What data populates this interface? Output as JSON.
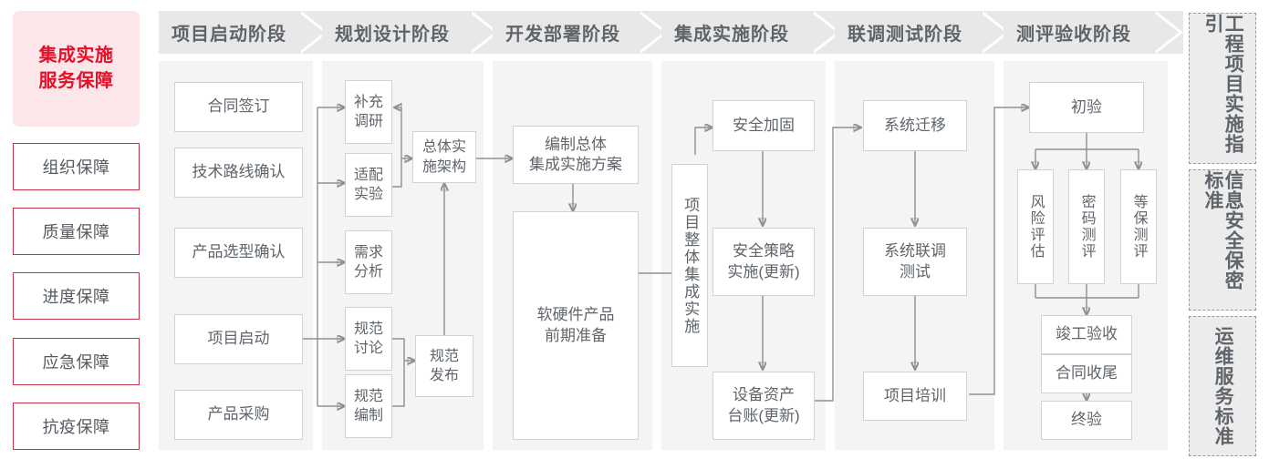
{
  "left_sidebar": {
    "title": "集成实施\n服务保障",
    "title_line1": "集成实施",
    "title_line2": "服务保障",
    "items": [
      {
        "label": "组织保障"
      },
      {
        "label": "质量保障"
      },
      {
        "label": "进度保障"
      },
      {
        "label": "应急保障"
      },
      {
        "label": "抗疫保障"
      }
    ],
    "accent_color": "#e60f28",
    "title_bg_color": "#fbe6ea",
    "border_color": "#c8334a"
  },
  "phases": [
    {
      "title": "项目启动阶段",
      "nodes": [
        {
          "label": "合同签订"
        },
        {
          "label": "技术路线确认"
        },
        {
          "label": "产品选型确认"
        },
        {
          "label": "项目启动"
        },
        {
          "label": "产品采购"
        }
      ]
    },
    {
      "title": "规划设计阶段",
      "nodes": [
        {
          "label": "补充\n调研",
          "l1": "补充",
          "l2": "调研"
        },
        {
          "label": "适配\n实验",
          "l1": "适配",
          "l2": "实验"
        },
        {
          "label": "需求\n分析",
          "l1": "需求",
          "l2": "分析"
        },
        {
          "label": "规范\n讨论",
          "l1": "规范",
          "l2": "讨论"
        },
        {
          "label": "规范\n编制",
          "l1": "规范",
          "l2": "编制"
        },
        {
          "label": "总体实\n施架构",
          "l1": "总体实",
          "l2": "施架构"
        },
        {
          "label": "规范\n发布",
          "l1": "规范",
          "l2": "发布"
        }
      ]
    },
    {
      "title": "开发部署阶段",
      "nodes": [
        {
          "label": "编制总体\n集成实施方案",
          "l1": "编制总体",
          "l2": "集成实施方案"
        },
        {
          "label": "软硬件产品\n前期准备",
          "l1": "软硬件产品",
          "l2": "前期准备"
        }
      ]
    },
    {
      "title": "集成实施阶段",
      "nodes": [
        {
          "label": "项目整体集成实施"
        },
        {
          "label": "安全加固"
        },
        {
          "label": "安全策略\n实施(更新)",
          "l1": "安全策略",
          "l2": "实施(更新)"
        },
        {
          "label": "设备资产\n台账(更新)",
          "l1": "设备资产",
          "l2": "台账(更新)"
        }
      ]
    },
    {
      "title": "联调测试阶段",
      "nodes": [
        {
          "label": "系统迁移"
        },
        {
          "label": "系统联调\n测试",
          "l1": "系统联调",
          "l2": "测试"
        },
        {
          "label": "项目培训"
        }
      ]
    },
    {
      "title": "测评验收阶段",
      "nodes": [
        {
          "label": "初验"
        },
        {
          "label": "风险评估"
        },
        {
          "label": "密码测评"
        },
        {
          "label": "等保测评"
        },
        {
          "label": "竣工验收"
        },
        {
          "label": "合同收尾"
        },
        {
          "label": "终验"
        }
      ]
    }
  ],
  "right_sidebar": {
    "items": [
      {
        "label": "工程项目实施指引",
        "col_right": "程目施引",
        "col_left": "工项实指"
      },
      {
        "label": "信息安全保密标准",
        "col_right": "息全密准",
        "col_left": "信安保标"
      },
      {
        "label": "运维服务标准",
        "col_right": "维务准",
        "col_left": "运服标"
      }
    ],
    "border_style": "dashed",
    "bg_color": "#ececec"
  },
  "theme": {
    "column_bg": "#f4f4f4",
    "header_bg": "#e8e8e8",
    "node_border": "#d2d2d2",
    "text_color": "#5f656b",
    "wire_color": "#8b9096"
  }
}
